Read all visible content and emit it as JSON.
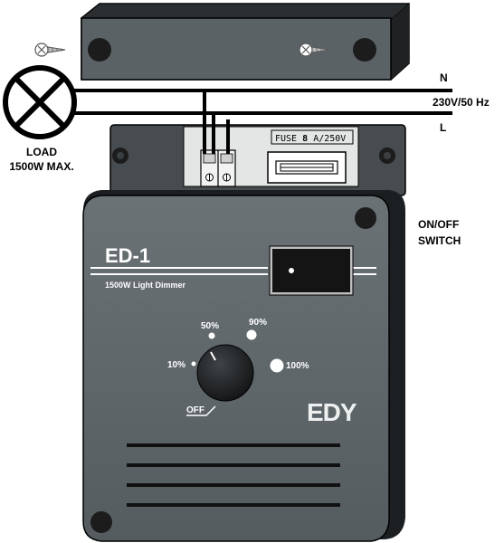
{
  "load": {
    "label_line1": "LOAD",
    "label_line2": "1500W MAX."
  },
  "mains": {
    "neutral": "N",
    "voltage": "230V/50 Hz",
    "live": "L"
  },
  "fuse": {
    "prefix": "FUSE",
    "amps": "8",
    "rating": "A/250V"
  },
  "switch_label": {
    "line1": "ON/OFF",
    "line2": "SWITCH"
  },
  "device": {
    "model": "ED-1",
    "subtitle": "1500W  Light Dimmer",
    "brand": "EDY",
    "dial": {
      "p10": "10%",
      "p50": "50%",
      "p90": "90%",
      "p100": "100%",
      "off": "OFF"
    }
  },
  "colors": {
    "body": "#5b6266",
    "dark": "#3d4245",
    "back_plate": "#474c50",
    "screw": "#1c1c1c"
  }
}
